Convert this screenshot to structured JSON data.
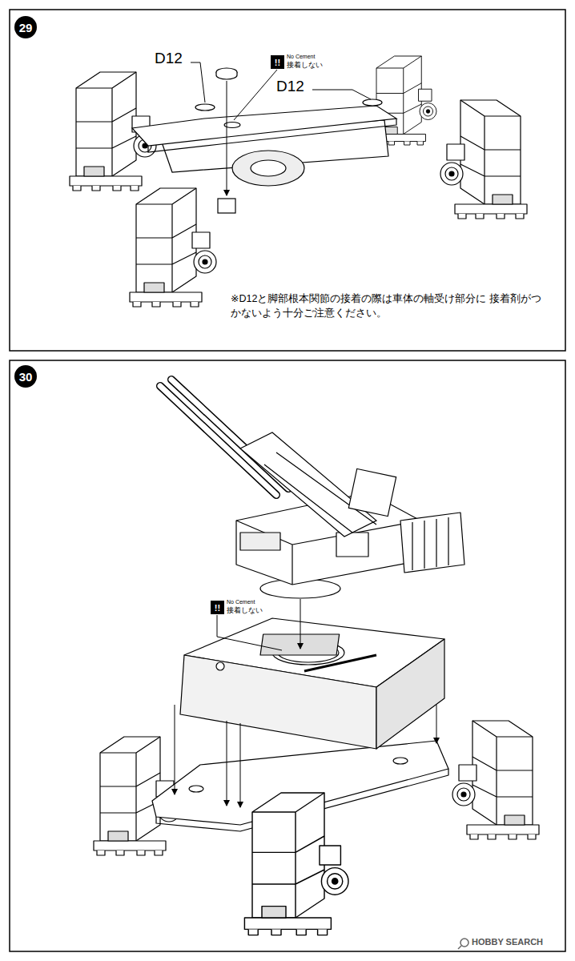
{
  "diagram": {
    "nodes": [
      {
        "text": [
          "29"
        ]
      },
      {
        "text": [
          "!!"
        ]
      },
      {
        "text": [
          "30"
        ]
      },
      {
        "text": [
          "!!"
        ]
      }
    ],
    "labels": [
      "D12",
      "No Cement",
      "接着しない",
      "D12",
      "※D12と脚部根本関節の接着の際は車体の軸受け部分に 接着剤がつかないよう十分ご注意ください。",
      "No Cement",
      "接着しない",
      "HOBBY SEARCH"
    ]
  }
}
